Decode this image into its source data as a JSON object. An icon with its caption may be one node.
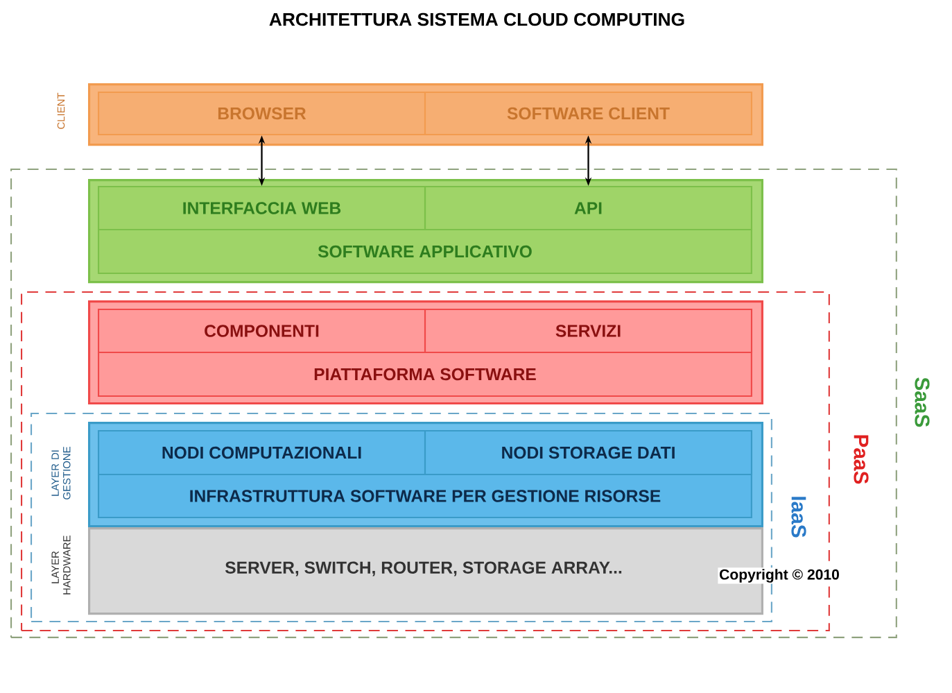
{
  "diagram": {
    "title": "ARCHITETTURA SISTEMA CLOUD COMPUTING",
    "nodes": [
      {
        "text": [
          "CLIENT"
        ]
      },
      {
        "text": [
          "BROWSER"
        ],
        "in": 0
      },
      {
        "text": [
          "SOFTWARE CLIENT"
        ],
        "in": 0
      },
      {
        "text": [
          "SaaS"
        ]
      },
      {
        "text": [],
        "shape": "box",
        "in": 3
      },
      {
        "text": [
          "INTERFACCIA WEB"
        ],
        "in": 4
      },
      {
        "text": [
          "API"
        ],
        "in": 4
      },
      {
        "text": [
          "SOFTWARE APPLICATIVO"
        ],
        "in": 4
      },
      {
        "text": [
          "PaaS"
        ],
        "in": 3
      },
      {
        "text": [],
        "shape": "box",
        "in": 8
      },
      {
        "text": [
          "COMPONENTI"
        ],
        "in": 9
      },
      {
        "text": [
          "SERVIZI"
        ],
        "in": 9
      },
      {
        "text": [
          "PIATTAFORMA SOFTWARE"
        ],
        "in": 9
      },
      {
        "text": [
          "IaaS"
        ],
        "in": 8
      },
      {
        "text": [
          "LAYER DI GESTIONE"
        ],
        "in": 13
      },
      {
        "text": [
          "NODI COMPUTAZIONALI"
        ],
        "in": 14
      },
      {
        "text": [
          "NODI STORAGE DATI"
        ],
        "in": 14
      },
      {
        "text": [
          "INFRASTRUTTURA SOFTWARE PER GESTIONE RISORSE"
        ],
        "in": 14
      },
      {
        "text": [
          "LAYER HARDWARE",
          "SERVER, SWITCH, ROUTER, STORAGE ARRAY..."
        ],
        "in": 13
      }
    ],
    "edges": [
      {
        "from": 1,
        "to": 5,
        "arrow": "both"
      },
      {
        "from": 2,
        "to": 6,
        "arrow": "both"
      }
    ],
    "labels": [
      "Copyright © 2010"
    ]
  }
}
